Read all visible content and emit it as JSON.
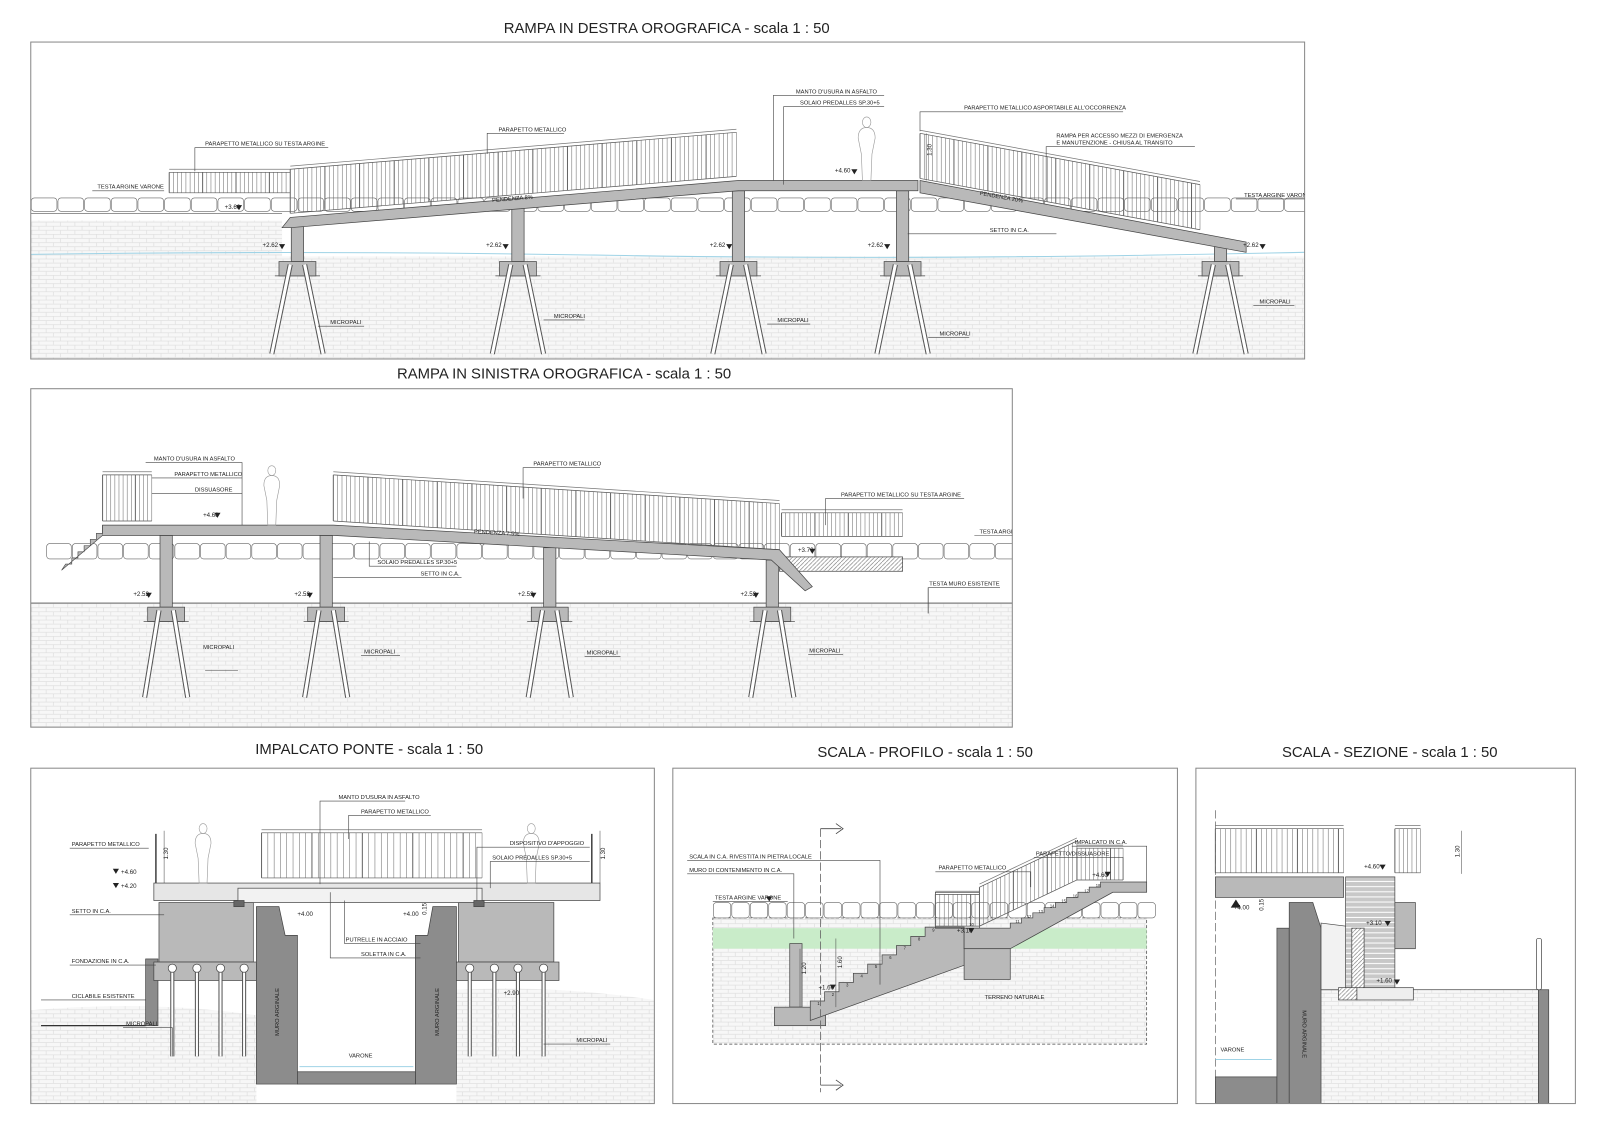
{
  "rampa_destra": {
    "title": "RAMPA IN DESTRA OROGRAFICA  -  scala 1 : 50",
    "parapetto_testa_argine": "PARAPETTO METALLICO SU TESTA ARGINE",
    "parapetto": "PARAPETTO METALLICO",
    "manto": "MANTO D'USURA IN ASFALTO",
    "solaio": "SOLAIO PREDALLES SP.30+5",
    "parapetto_asportabile": "PARAPETTO METALLICO ASPORTABILE ALL'OCCORRENZA",
    "rampa_note_1": "RAMPA PER ACCESSO MEZZI DI EMERGENZA",
    "rampa_note_2": "E MANUTENZIONE  -  CHIUSA AL TRANSITO",
    "testa_argine": "TESTA ARGINE VARONE",
    "pendenza_1": "PENDENZA 8%",
    "pendenza_2": "PENDENZA 20%",
    "setto": "SETTO IN C.A.",
    "micropali": "MICROPALI",
    "quota_argine": "+3.66",
    "quota_fondazione": "+2.62",
    "quota_impalcato": "+4.60",
    "altezza_parapetto": "1.30"
  },
  "rampa_sinistra": {
    "title": "RAMPA IN SINISTRA OROGRAFICA  -  scala 1 : 50",
    "manto": "MANTO D'USURA IN ASFALTO",
    "parapetto": "PARAPETTO METALLICO",
    "dissuasore": "DISSUASORE",
    "parapetto_testa_argine": "PARAPETTO METALLICO SU TESTA ARGINE",
    "testa_argine": "TESTA ARGINE",
    "pendenza": "PENDENZA 7.5%",
    "solaio": "SOLAIO PREDALLES SP.30+5",
    "setto": "SETTO IN C.A.",
    "testa_muro": "TESTA MURO ESISTENTE",
    "micropali": "MICROPALI",
    "quota_impalcato": "+4.60",
    "quota_argine": "+3.70",
    "quota_fondazione": "+2.52"
  },
  "impalcato_ponte": {
    "title": "IMPALCATO PONTE  -  scala 1 : 50",
    "manto": "MANTO D'USURA IN ASFALTO",
    "parapetto": "PARAPETTO METALLICO",
    "dispositivo": "DISPOSITIVO D'APPOGGIO",
    "solaio": "SOLAIO PREDALLES SP.30+5",
    "setto": "SETTO IN C.A.",
    "fondazione": "FONDAZIONE IN C.A.",
    "ciclabile": "CICLABILE ESISTENTE",
    "micropali": "MICROPALI",
    "putrelle": "PUTRELLE IN ACCIAIO",
    "soletta": "SOLETTA IN C.A.",
    "muro_arginale": "MURO ARGINALE",
    "varone": "VARONE",
    "quota_460": "+4.60",
    "quota_420": "+4.20",
    "quota_400": "+4.00",
    "quota_290": "+2.90",
    "altezza_parapetto": "1.30",
    "quota_015": "0.15"
  },
  "scala_profilo": {
    "title": "SCALA  - PROFILO -  scala 1 : 50",
    "scala": "SCALA IN C.A. RIVESTITA IN PIETRA LOCALE",
    "muro": "MURO DI CONTENIMENTO IN C.A.",
    "testa_argine": "TESTA ARGINE VARONE",
    "parapetto": "PARAPETTO METALLICO",
    "impalcato": "IMPALCATO IN C.A.",
    "dissuasore": "PARAPETTO/DISSUASORE",
    "terreno": "TERRENO NATURALE",
    "quota_460": "+4.60",
    "quota_310": "+3.10",
    "quota_160": "+1.60",
    "dim_120": "1.20",
    "dim_160": "1.60",
    "steps": [
      "1",
      "2",
      "3",
      "4",
      "5",
      "6",
      "7",
      "8",
      "9",
      "10",
      "11",
      "12",
      "13",
      "14",
      "15",
      "16",
      "17",
      "18"
    ]
  },
  "scala_sezione": {
    "title": "SCALA  - SEZIONE -  scala 1 : 50",
    "quota_460": "+4.60",
    "quota_400": "+4.00",
    "quota_310": "+3.10",
    "quota_160": "+1.60",
    "quota_015": "0.15",
    "muro_arginale": "MURO ARGINALE",
    "varone": "VARONE",
    "altezza_parapetto": "1.30"
  },
  "colors": {
    "line": "#444444",
    "concrete": "#b9b9b9",
    "wall": "#8c8c8c",
    "water": "#9fd3e6",
    "grass": "#c9ecc9"
  }
}
